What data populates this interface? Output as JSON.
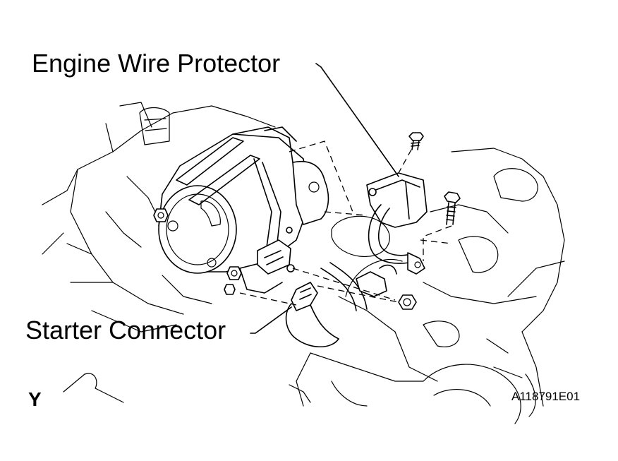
{
  "figure": {
    "labels": {
      "engine_wire_protector": "Engine Wire Protector",
      "starter_connector": "Starter Connector",
      "view_letter": "Y",
      "figure_id": "A118791E01"
    }
  }
}
